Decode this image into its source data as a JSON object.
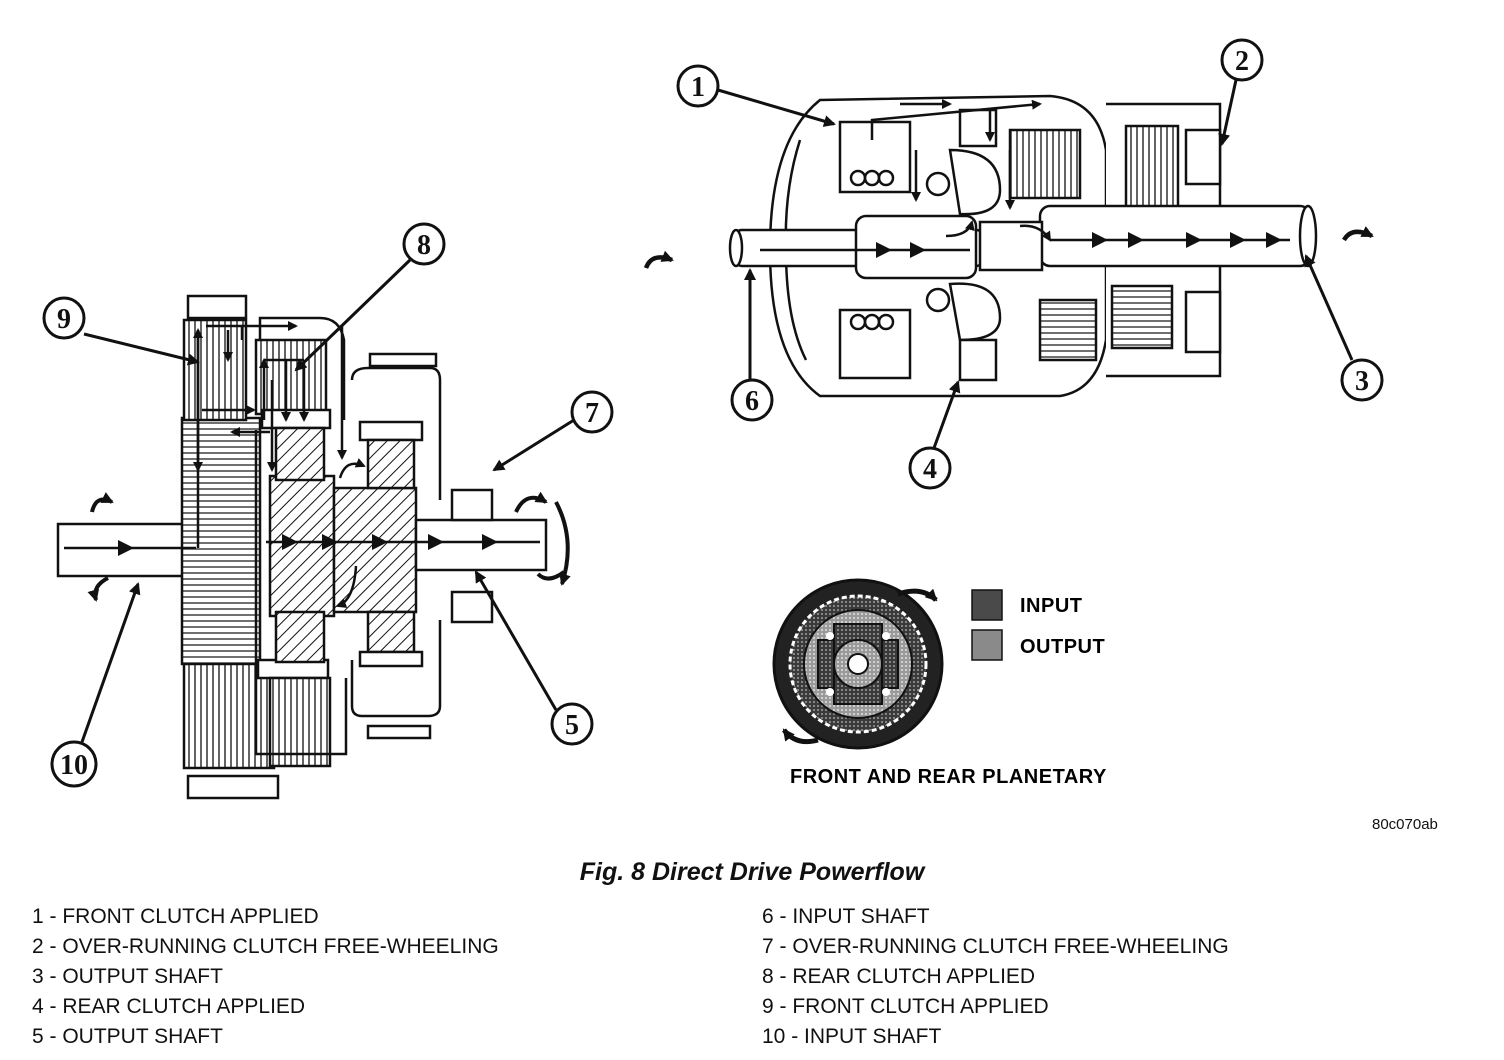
{
  "figure_code": "80c070ab",
  "caption": "Fig. 8 Direct Drive Powerflow",
  "planetary_title": "FRONT AND REAR PLANETARY",
  "key": {
    "input_label": "INPUT",
    "output_label": "OUTPUT",
    "input_color": "#4a4a4a",
    "output_color": "#8a8a8a"
  },
  "callouts": [
    "1",
    "2",
    "3",
    "4",
    "5",
    "6",
    "7",
    "8",
    "9",
    "10"
  ],
  "legend_left": [
    "1 - FRONT CLUTCH APPLIED",
    "2 - OVER-RUNNING CLUTCH FREE-WHEELING",
    "3 - OUTPUT SHAFT",
    "4 - REAR CLUTCH APPLIED",
    "5 - OUTPUT SHAFT"
  ],
  "legend_right": [
    "6 - INPUT SHAFT",
    "7 - OVER-RUNNING CLUTCH FREE-WHEELING",
    "8 - REAR CLUTCH APPLIED",
    "9 - FRONT CLUTCH APPLIED",
    "10 - INPUT SHAFT"
  ]
}
